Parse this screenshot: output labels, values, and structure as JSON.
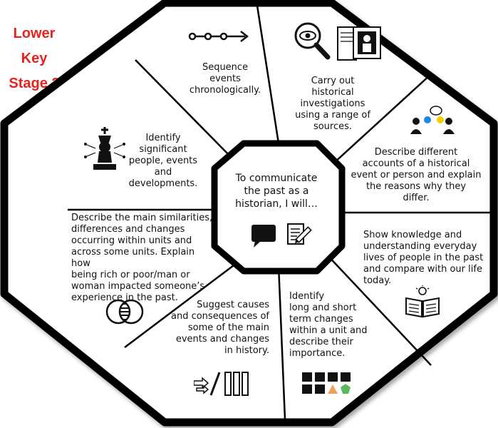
{
  "stage_title": {
    "lines": [
      "Lower",
      "Key",
      "Stage 2"
    ],
    "color": "#e8231d"
  },
  "center": {
    "lines": [
      "To communicate",
      "the past as a",
      "historian, I will…"
    ]
  },
  "segments": {
    "sequence": {
      "lines": [
        "Sequence",
        "events",
        "chronologically."
      ]
    },
    "investigations": {
      "lines": [
        "Carry out",
        "historical",
        "investigations",
        "using a range of",
        "sources."
      ]
    },
    "accounts": {
      "lines": [
        "Describe different",
        "accounts of a historical",
        "event or person and explain",
        "the reasons why they",
        "differ."
      ]
    },
    "everyday_lives": {
      "lines": [
        "Show knowledge and",
        "understanding everyday",
        "lives of people in the past",
        "and compare with our life",
        "today."
      ]
    },
    "changes": {
      "lines": [
        "Identify",
        "long and short",
        "term changes",
        "within a unit and",
        "describe their",
        "importance."
      ]
    },
    "causes": {
      "lines": [
        "Suggest causes",
        "and consequences of",
        "some of the main",
        "events and changes",
        "in history."
      ]
    },
    "similarities": {
      "lines": [
        "Describe the main similarities,",
        "differences and changes",
        "occurring within units and",
        "across some units. Explain how",
        "being rich or poor/man or",
        "woman impacted someone’s",
        "experience in the past."
      ]
    },
    "significant": {
      "lines": [
        "Identify",
        "significant",
        "people, events",
        "and",
        "developments."
      ]
    }
  },
  "colors": {
    "outline": "#000000",
    "icon_orange": "#f0a058",
    "icon_green": "#5cb85c",
    "icon_blue": "#1e88e5",
    "icon_yellow": "#f5d000"
  },
  "icons": [
    "timeline-arrow-icon",
    "magnifier-documents-icon",
    "discussion-people-icon",
    "open-book-lightbulb-icon",
    "shapes-grid-icon",
    "cause-effect-icon",
    "venn-diagram-icon",
    "chess-king-icon",
    "speech-bubble-icon",
    "notepad-pencil-icon"
  ]
}
